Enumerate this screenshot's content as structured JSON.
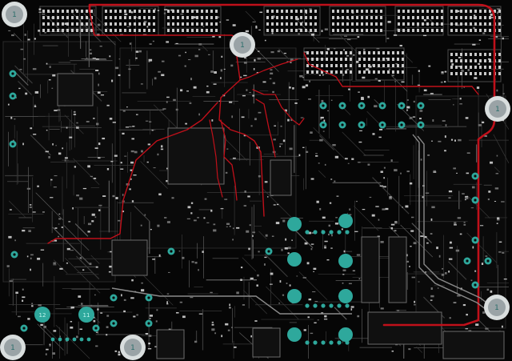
{
  "colors": {
    "background": "#060606",
    "trace_gray": "#3c3c3c",
    "trace_light": "#5a5a5a",
    "pad_light": "#bdbdbd",
    "copper_red": "#c0101a",
    "teal": "#2ea89c",
    "marker_fill": "#9aa3a6",
    "marker_ring": "#d9dede"
  },
  "markers": [
    {
      "id": "m1",
      "label": "1"
    },
    {
      "id": "m2",
      "label": "1"
    },
    {
      "id": "m3",
      "label": "1"
    },
    {
      "id": "m4",
      "label": "1"
    },
    {
      "id": "m5",
      "label": "1"
    },
    {
      "id": "m6",
      "label": "1"
    }
  ],
  "connectors": [
    {
      "id": "c12",
      "label": "12"
    },
    {
      "id": "c11",
      "label": "11"
    }
  ]
}
